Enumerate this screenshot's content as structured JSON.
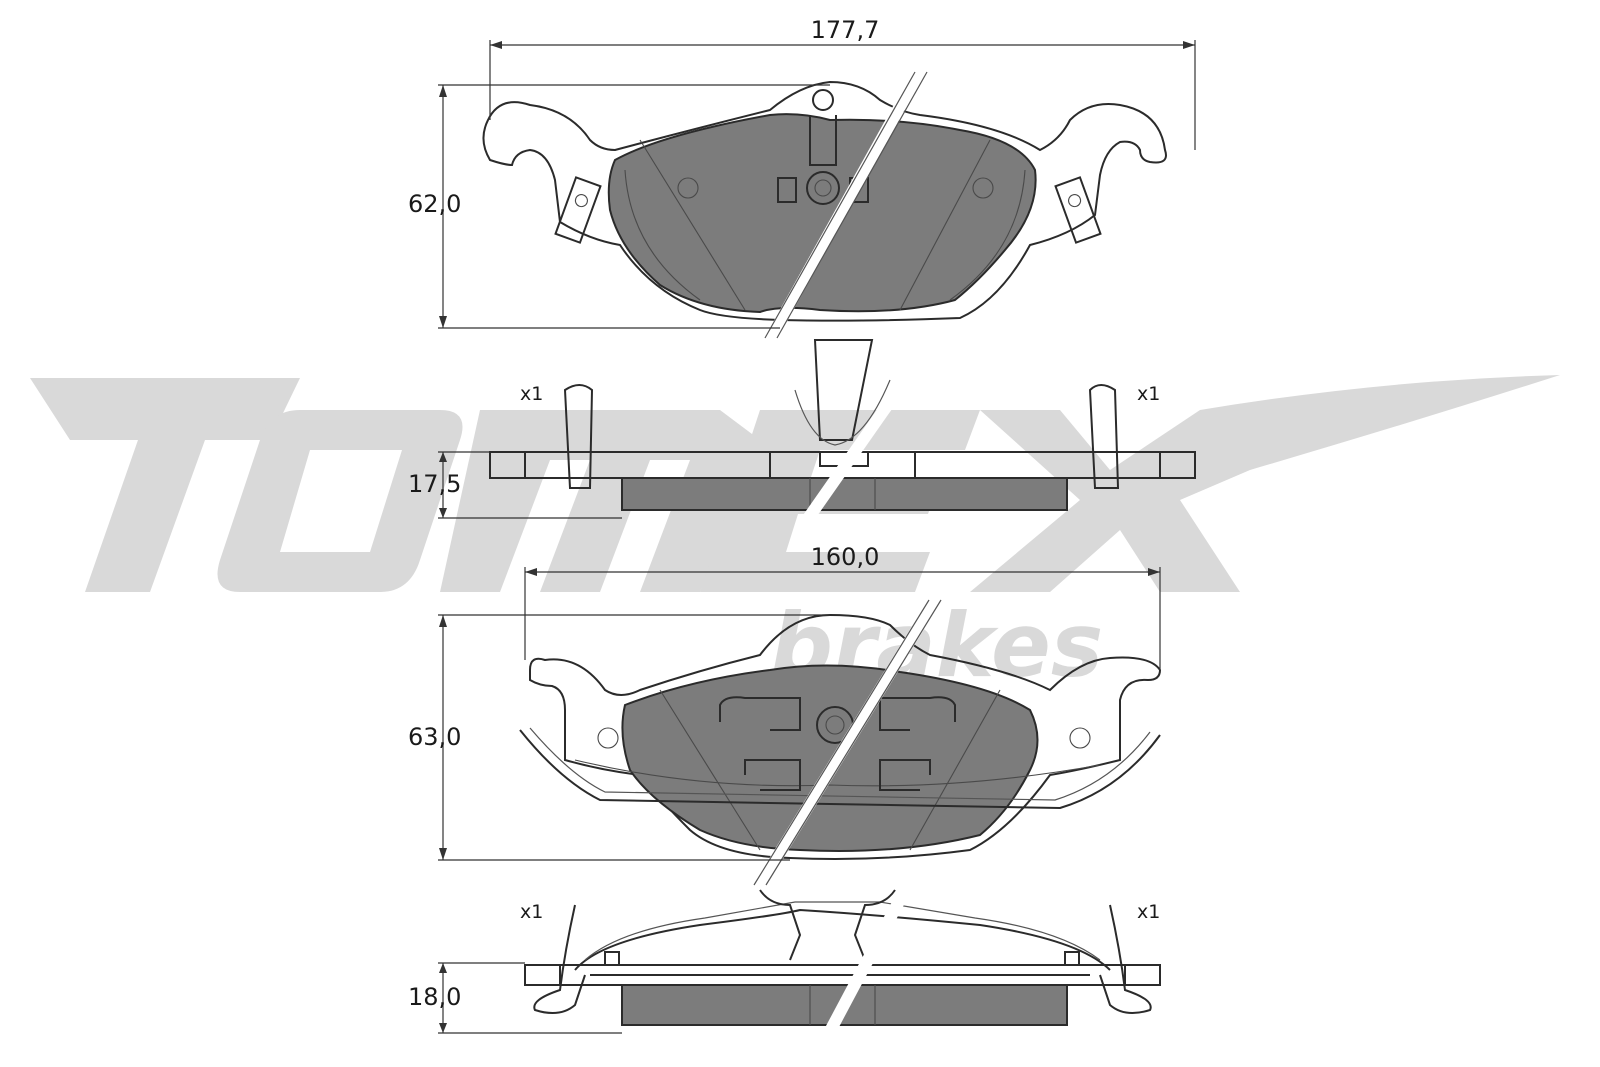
{
  "watermark": {
    "brand": "TOMEX",
    "sub": "brakes"
  },
  "dimensions": {
    "pad1_width": "177,7",
    "pad1_height": "62,0",
    "pad1_thickness": "17,5",
    "pad2_width": "160,0",
    "pad2_height": "63,0",
    "pad2_thickness": "18,0"
  },
  "quantities": {
    "pad1_left_clip": "x1",
    "pad1_right_clip": "x1",
    "pad2_left_clip": "x1",
    "pad2_right_clip": "x1"
  },
  "colors": {
    "friction_material": "#7c7c7c",
    "watermark": "#d9d9d9",
    "outline": "#2b2b2b"
  }
}
